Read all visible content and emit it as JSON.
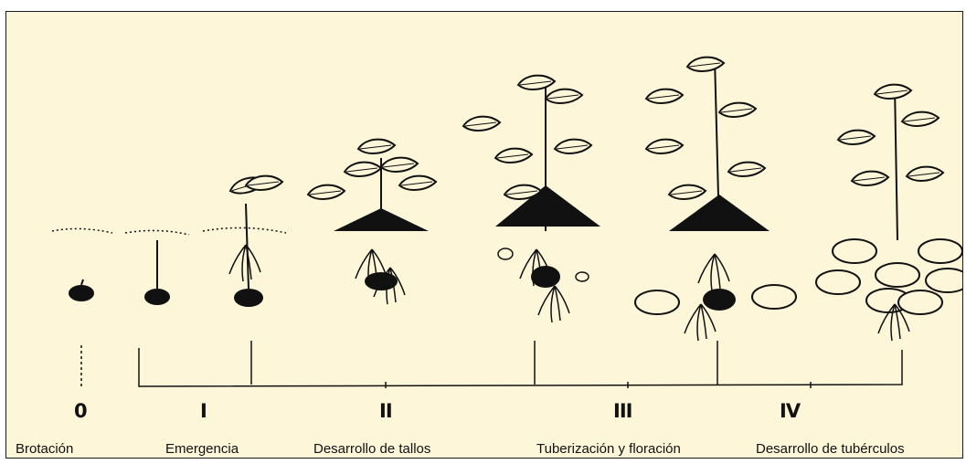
{
  "stages": [
    {
      "numeral": "0",
      "label": "Brotación"
    },
    {
      "numeral": "I",
      "label": "Emergencia"
    },
    {
      "numeral": "II",
      "label": "Desarrollo de tallos"
    },
    {
      "numeral": "III",
      "label": "Tuberización y floración"
    },
    {
      "numeral": "IV",
      "label": "Desarrollo de tubérculos"
    }
  ],
  "colors": {
    "background": "#fdf6d8",
    "ink": "#111111"
  }
}
